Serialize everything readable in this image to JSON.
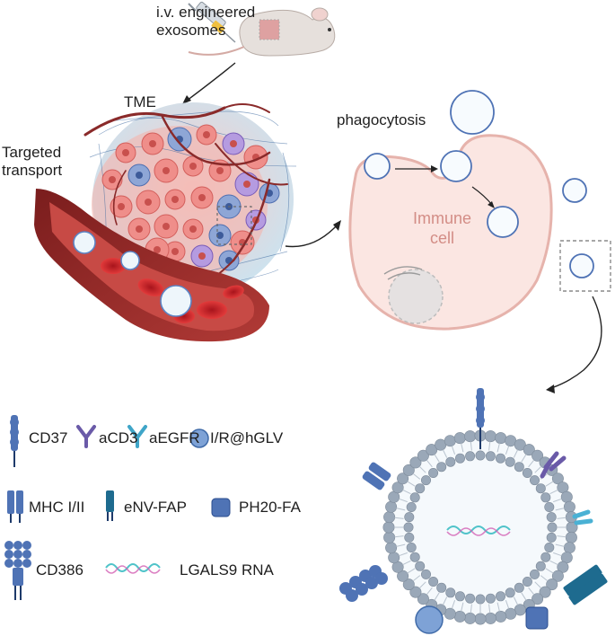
{
  "labels": {
    "injection": "i.v. engineered\nexosomes",
    "tme": "TME",
    "targeted": "Targeted\ntransport",
    "phagocytosis": "phagocytosis",
    "immune_cell": "Immune\ncell"
  },
  "legend": {
    "cd37": "CD37",
    "acd3": "aCD3",
    "aegfr": "aEGFR",
    "irhglv": "I/R@hGLV",
    "mhc": "MHC I/II",
    "env_fap": "eNV-FAP",
    "ph20": "PH20-FA",
    "cd386": "CD386",
    "rna": "LGALS9 RNA"
  },
  "colors": {
    "vessel": "#9a2a2a",
    "tumor": "#f2a3a0",
    "immune_cell": "#fbe6e2",
    "protein_blue": "#4f73b5",
    "protein_purple": "#6a5aa8",
    "protein_teal": "#1e6b8f",
    "rna_a": "#4fc3c9",
    "rna_b": "#d25fb3"
  }
}
